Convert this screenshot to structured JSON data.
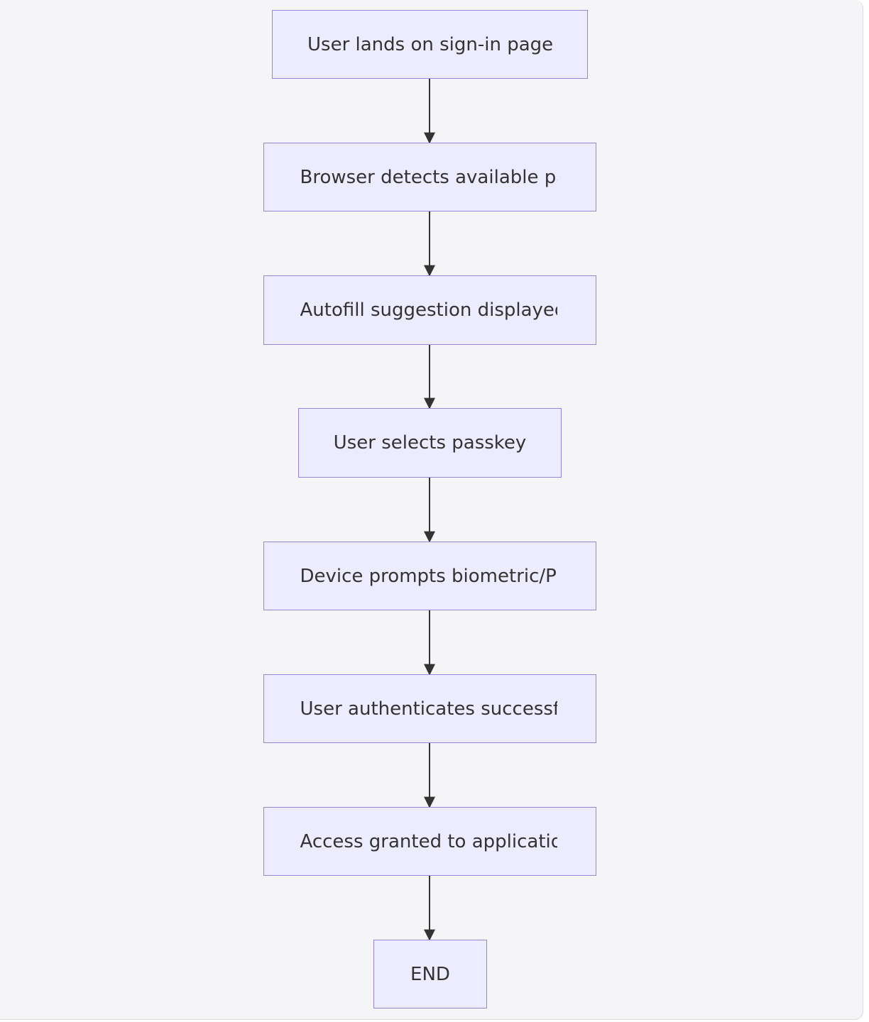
{
  "diagram": {
    "type": "flowchart",
    "direction": "top-to-bottom",
    "colors": {
      "background": "#f5f5f7",
      "node_fill": "#ececfe",
      "node_border": "#9b83d6",
      "text": "#333333",
      "edge": "#333333"
    },
    "nodes": [
      {
        "id": "n1",
        "label": "User lands on sign-in page"
      },
      {
        "id": "n2",
        "label": "Browser detects available passkeys"
      },
      {
        "id": "n3",
        "label": "Autofill suggestion displayed"
      },
      {
        "id": "n4",
        "label": "User selects passkey"
      },
      {
        "id": "n5",
        "label": "Device prompts biometric/PIN"
      },
      {
        "id": "n6",
        "label": "User authenticates successfully"
      },
      {
        "id": "n7",
        "label": "Access granted to application"
      },
      {
        "id": "n8",
        "label": "END"
      }
    ],
    "edges": [
      {
        "from": "n1",
        "to": "n2"
      },
      {
        "from": "n2",
        "to": "n3"
      },
      {
        "from": "n3",
        "to": "n4"
      },
      {
        "from": "n4",
        "to": "n5"
      },
      {
        "from": "n5",
        "to": "n6"
      },
      {
        "from": "n6",
        "to": "n7"
      },
      {
        "from": "n7",
        "to": "n8"
      }
    ]
  }
}
